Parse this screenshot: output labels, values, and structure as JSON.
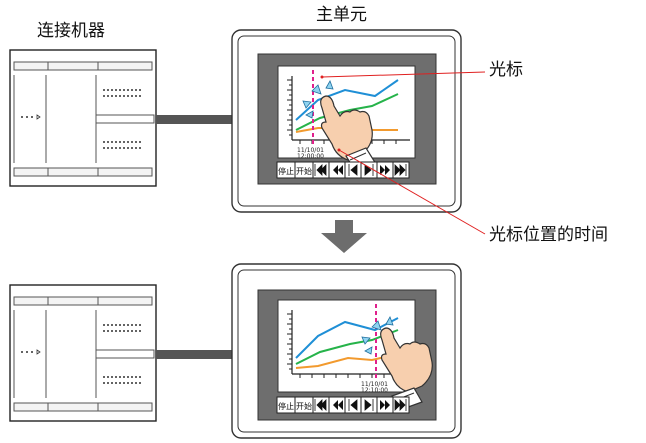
{
  "labels": {
    "device_connected": "连接机器",
    "main_unit": "主单元",
    "cursor": "光标",
    "cursor_time": "光标位置的时间"
  },
  "screens": [
    {
      "timestamp_date": "11/10/01",
      "timestamp_time": "12:00:00",
      "cursor_position": "left",
      "buttons": [
        "停止",
        "开始"
      ],
      "nav_icons": [
        "rewind-fast-icon",
        "rewind-icon",
        "step-back-icon",
        "step-forward-icon",
        "forward-icon",
        "forward-fast-icon"
      ]
    },
    {
      "timestamp_date": "11/10/01",
      "timestamp_time": "12:10:00",
      "cursor_position": "right",
      "buttons": [
        "停止",
        "开始"
      ],
      "nav_icons": [
        "rewind-fast-icon",
        "rewind-icon",
        "step-back-icon",
        "step-forward-icon",
        "forward-icon",
        "forward-fast-icon"
      ]
    }
  ],
  "colors": {
    "series_blue": "#1f8fd6",
    "series_green": "#26b34a",
    "series_orange": "#f29a2e",
    "cursor_magenta": "#e0208c",
    "callout_red": "#e02020",
    "bezel_gray": "#6e6e6e",
    "arrow_gray": "#6d6d6d"
  }
}
